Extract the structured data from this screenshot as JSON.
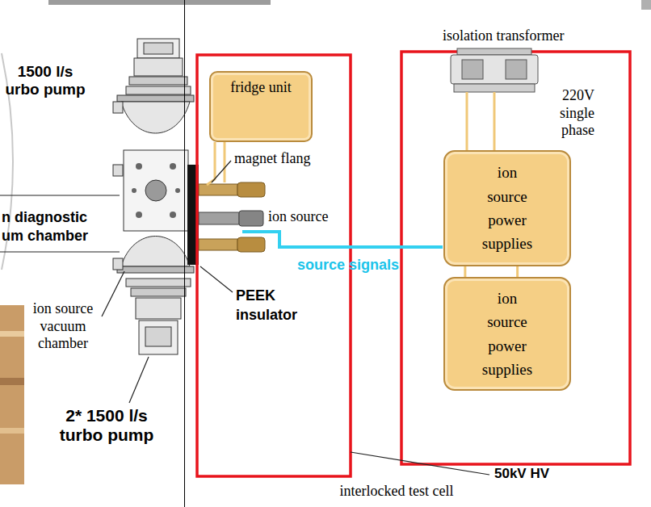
{
  "diagram": {
    "nodes": [
      {
        "text": [
          "interlocked test cell"
        ]
      },
      {
        "text": [
          "fridge unit"
        ],
        "in": 0
      },
      {
        "text": [
          "ion source power supplies"
        ],
        "in": 0
      },
      {
        "text": [
          "ion source power supplies"
        ],
        "in": 0
      }
    ],
    "edges": [
      {
        "from": 2,
        "to": 3,
        "arrow": "none"
      },
      {
        "from": 2,
        "to": 3,
        "arrow": "none"
      }
    ],
    "labels": [
      "1500 l/s urbo pump",
      "n diagnostic um chamber",
      "ion source vacuum chamber",
      "2* 1500 l/s turbo pump",
      "magnet flang",
      "ion source",
      "PEEK insulator",
      "source signals",
      "isolation transformer",
      "220V single phase",
      "50kV HV"
    ]
  }
}
